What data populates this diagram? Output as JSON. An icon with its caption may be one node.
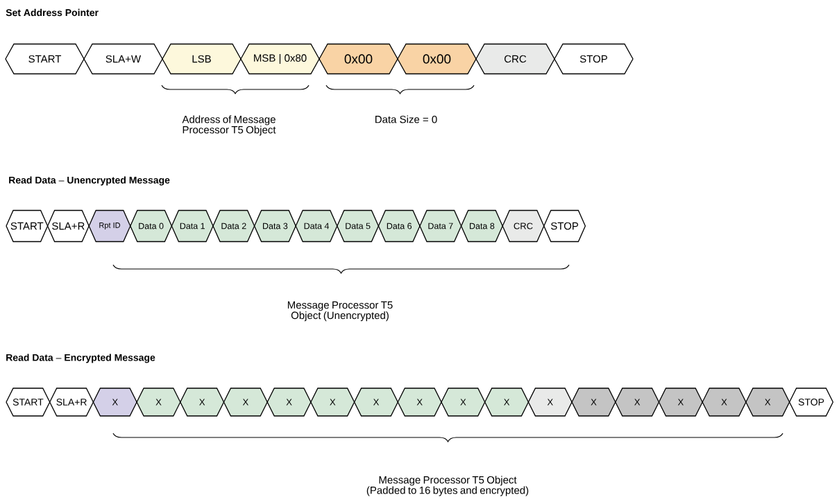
{
  "diagram": {
    "nodes": [
      {
        "text": [
          "START"
        ]
      },
      {
        "text": [
          "SLA+W"
        ]
      },
      {
        "text": [
          "LSB"
        ]
      },
      {
        "text": [
          "MSB | 0x80"
        ]
      },
      {
        "text": [
          "0x00"
        ]
      },
      {
        "text": [
          "0x00"
        ]
      },
      {
        "text": [
          "CRC"
        ]
      },
      {
        "text": [
          "STOP"
        ]
      },
      {
        "text": [
          "START"
        ]
      },
      {
        "text": [
          "SLA+R"
        ]
      },
      {
        "text": [
          "Rpt ID"
        ]
      },
      {
        "text": [
          "Data 0"
        ]
      },
      {
        "text": [
          "Data 1"
        ]
      },
      {
        "text": [
          "Data 2"
        ]
      },
      {
        "text": [
          "Data 3"
        ]
      },
      {
        "text": [
          "Data 4"
        ]
      },
      {
        "text": [
          "Data 5"
        ]
      },
      {
        "text": [
          "Data 6"
        ]
      },
      {
        "text": [
          "Data 7"
        ]
      },
      {
        "text": [
          "Data 8"
        ]
      },
      {
        "text": [
          "CRC"
        ]
      },
      {
        "text": [
          "STOP"
        ]
      },
      {
        "text": [
          "START"
        ]
      },
      {
        "text": [
          "SLA+R"
        ]
      },
      {
        "text": [
          "X"
        ]
      },
      {
        "text": [
          "X"
        ]
      },
      {
        "text": [
          "X"
        ]
      },
      {
        "text": [
          "X"
        ]
      },
      {
        "text": [
          "X"
        ]
      },
      {
        "text": [
          "X"
        ]
      },
      {
        "text": [
          "X"
        ]
      },
      {
        "text": [
          "X"
        ]
      },
      {
        "text": [
          "X"
        ]
      },
      {
        "text": [
          "X"
        ]
      },
      {
        "text": [
          "X"
        ]
      },
      {
        "text": [
          "X"
        ]
      },
      {
        "text": [
          "X"
        ]
      },
      {
        "text": [
          "X"
        ]
      },
      {
        "text": [
          "X"
        ]
      },
      {
        "text": [
          "X"
        ]
      },
      {
        "text": [
          "STOP"
        ]
      }
    ],
    "labels": [
      "Set Address Pointer",
      "Address of Message Processor T5 Object",
      "Data Size = 0",
      "**Read Data** – **Unencrypted Message**",
      "Message Processor T5 Object (Unencrypted)",
      "**Read Data** – **Encrypted Message**",
      "Message Processor T5 Object (Padded to 16 bytes and encrypted)"
    ]
  }
}
